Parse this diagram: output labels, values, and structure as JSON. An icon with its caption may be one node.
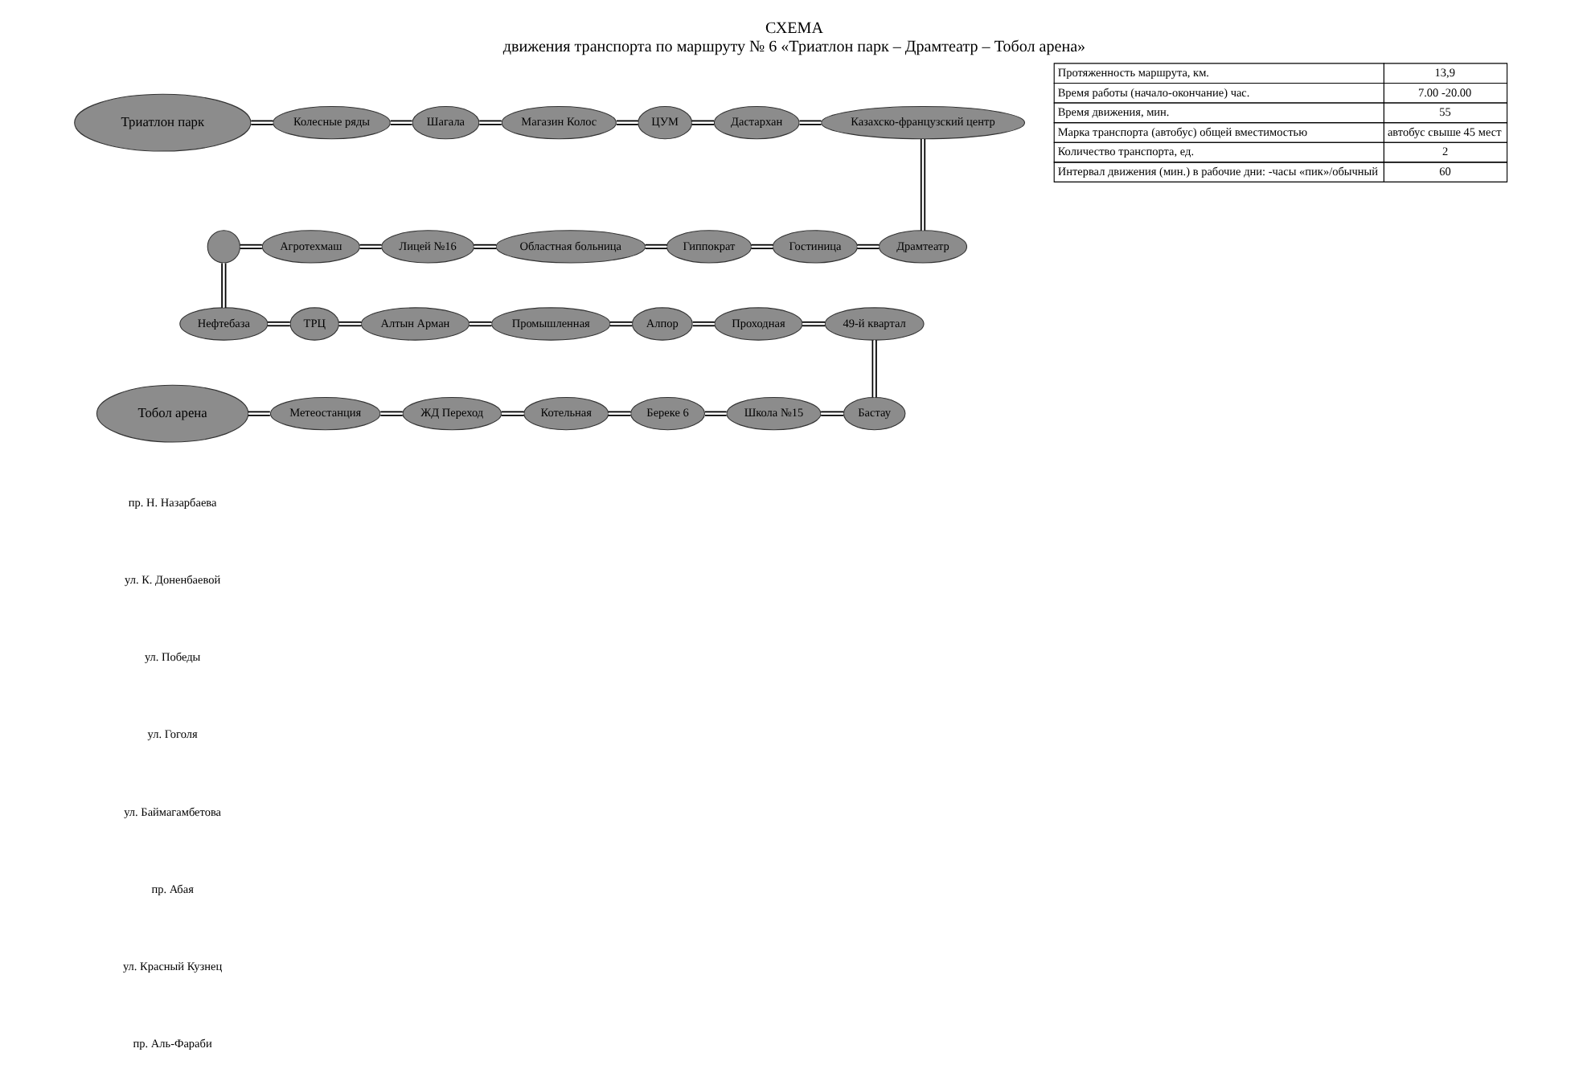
{
  "diagram": {
    "title": "СХЕМА",
    "nodes": [
      {
        "text": [
          "Триатлон парк"
        ]
      },
      {
        "text": [
          "Колесные ряды"
        ]
      },
      {
        "text": [
          "Шагала"
        ]
      },
      {
        "text": [
          "Магазин Колос"
        ]
      },
      {
        "text": [
          "ЦУМ"
        ]
      },
      {
        "text": [
          "Дастархан"
        ]
      },
      {
        "text": [
          "Казахско-французский центр"
        ]
      },
      {
        "text": [
          "Драмтеатр"
        ]
      },
      {
        "text": [
          "Гостиница"
        ]
      },
      {
        "text": [
          "Гиппократ"
        ]
      },
      {
        "text": [
          "Областная больница"
        ]
      },
      {
        "text": [
          "Лицей №16"
        ]
      },
      {
        "text": [
          "Агротехмаш"
        ]
      },
      {
        "text": [],
        "shape": "circle"
      },
      {
        "text": [
          "Нефтебаза"
        ]
      },
      {
        "text": [
          "ТРЦ"
        ]
      },
      {
        "text": [
          "Алтын Арман"
        ]
      },
      {
        "text": [
          "Промышленная"
        ]
      },
      {
        "text": [
          "Алпор"
        ]
      },
      {
        "text": [
          "Проходная"
        ]
      },
      {
        "text": [
          "49-й квартал"
        ]
      },
      {
        "text": [
          "Бастау"
        ]
      },
      {
        "text": [
          "Школа №15"
        ]
      },
      {
        "text": [
          "Береке 6"
        ]
      },
      {
        "text": [
          "Котельная"
        ]
      },
      {
        "text": [
          "ЖД Переход"
        ]
      },
      {
        "text": [
          "Метеостанция"
        ]
      },
      {
        "text": [
          "Тобол арена"
        ]
      }
    ],
    "edges": [
      {
        "from": 0,
        "to": 1,
        "arrow": "none"
      },
      {
        "from": 1,
        "to": 2,
        "arrow": "none"
      },
      {
        "from": 2,
        "to": 3,
        "arrow": "none"
      },
      {
        "from": 3,
        "to": 4,
        "arrow": "none"
      },
      {
        "from": 4,
        "to": 5,
        "arrow": "none"
      },
      {
        "from": 5,
        "to": 6,
        "arrow": "none"
      },
      {
        "from": 6,
        "to": 7,
        "arrow": "none"
      },
      {
        "from": 7,
        "to": 8,
        "arrow": "none"
      },
      {
        "from": 8,
        "to": 9,
        "arrow": "none"
      },
      {
        "from": 9,
        "to": 10,
        "arrow": "none"
      },
      {
        "from": 10,
        "to": 11,
        "arrow": "none"
      },
      {
        "from": 11,
        "to": 12,
        "arrow": "none"
      },
      {
        "from": 12,
        "to": 13,
        "arrow": "none"
      },
      {
        "from": 13,
        "to": 14,
        "arrow": "none"
      },
      {
        "from": 14,
        "to": 15,
        "arrow": "none"
      },
      {
        "from": 15,
        "to": 16,
        "arrow": "none"
      },
      {
        "from": 16,
        "to": 17,
        "arrow": "none"
      },
      {
        "from": 17,
        "to": 18,
        "arrow": "none"
      },
      {
        "from": 18,
        "to": 19,
        "arrow": "none"
      },
      {
        "from": 19,
        "to": 20,
        "arrow": "none"
      },
      {
        "from": 20,
        "to": 21,
        "arrow": "none"
      },
      {
        "from": 21,
        "to": 22,
        "arrow": "none"
      },
      {
        "from": 22,
        "to": 23,
        "arrow": "none"
      },
      {
        "from": 23,
        "to": 24,
        "arrow": "none"
      },
      {
        "from": 24,
        "to": 25,
        "arrow": "none"
      },
      {
        "from": 25,
        "to": 26,
        "arrow": "none"
      },
      {
        "from": 26,
        "to": 27,
        "arrow": "none"
      }
    ],
    "labels": [
      "движения транспорта по маршруту № 6 «Триатлон парк – Драмтеатр – Тобол арена»",
      "Протяженность маршрута, км.",
      "13,9",
      "Время работы (начало-окончание) час.",
      "7.00 -20.00",
      "Время движения, мин.",
      "55",
      "Марка транспорта (автобус) общей вместимостью",
      "автобус свыше 45 мест",
      "Количество транспорта, ед.",
      "2",
      "Интервал движения (мин.) в рабочие дни: -часы «пик»/обычный",
      "60",
      "пр. Н. Назарбаева",
      "ул. К. Доненбаевой",
      "ул. Победы",
      "ул. Гоголя",
      "ул. Баймагамбетова",
      "пр. Абая",
      "ул. Красный Кузнец",
      "пр. Аль-Фараби"
    ]
  }
}
